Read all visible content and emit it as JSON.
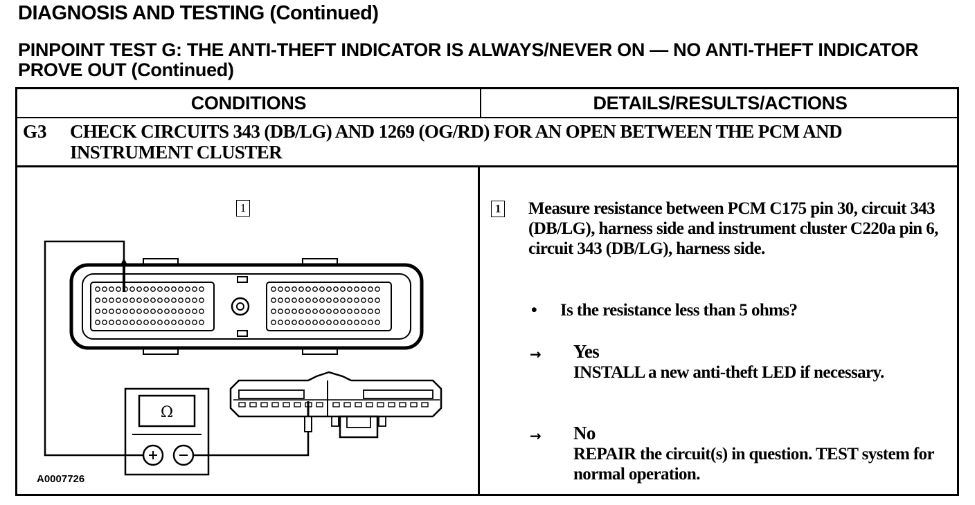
{
  "page": {
    "header_title": "DIAGNOSIS AND TESTING (Continued)",
    "test_title": "PINPOINT TEST G: THE ANTI-THEFT INDICATOR IS ALWAYS/NEVER ON — NO ANTI-THEFT INDICATOR PROVE OUT (Continued)"
  },
  "table": {
    "col_conditions": "CONDITIONS",
    "col_details": "DETAILS/RESULTS/ACTIONS",
    "step_code": "G3",
    "step_text": "CHECK CIRCUITS 343 (DB/LG) AND 1269 (OG/RD) FOR AN OPEN BETWEEN THE PCM AND INSTRUMENT CLUSTER"
  },
  "diagram": {
    "callout": "1",
    "meter_symbol": "Ω",
    "figure_id": "A0007726"
  },
  "details": {
    "callout": "1",
    "instruction": "Measure resistance between PCM C175 pin 30, circuit 343 (DB/LG), harness side and instrument cluster C220a pin 6, circuit 343 (DB/LG), harness side.",
    "bullet": "•",
    "question": "Is the resistance less than 5 ohms?",
    "arrow": "→",
    "yes_label": "Yes",
    "yes_action": "INSTALL a new anti-theft LED if necessary.",
    "no_label": "No",
    "no_action": "REPAIR the circuit(s) in question. TEST system for normal operation."
  }
}
